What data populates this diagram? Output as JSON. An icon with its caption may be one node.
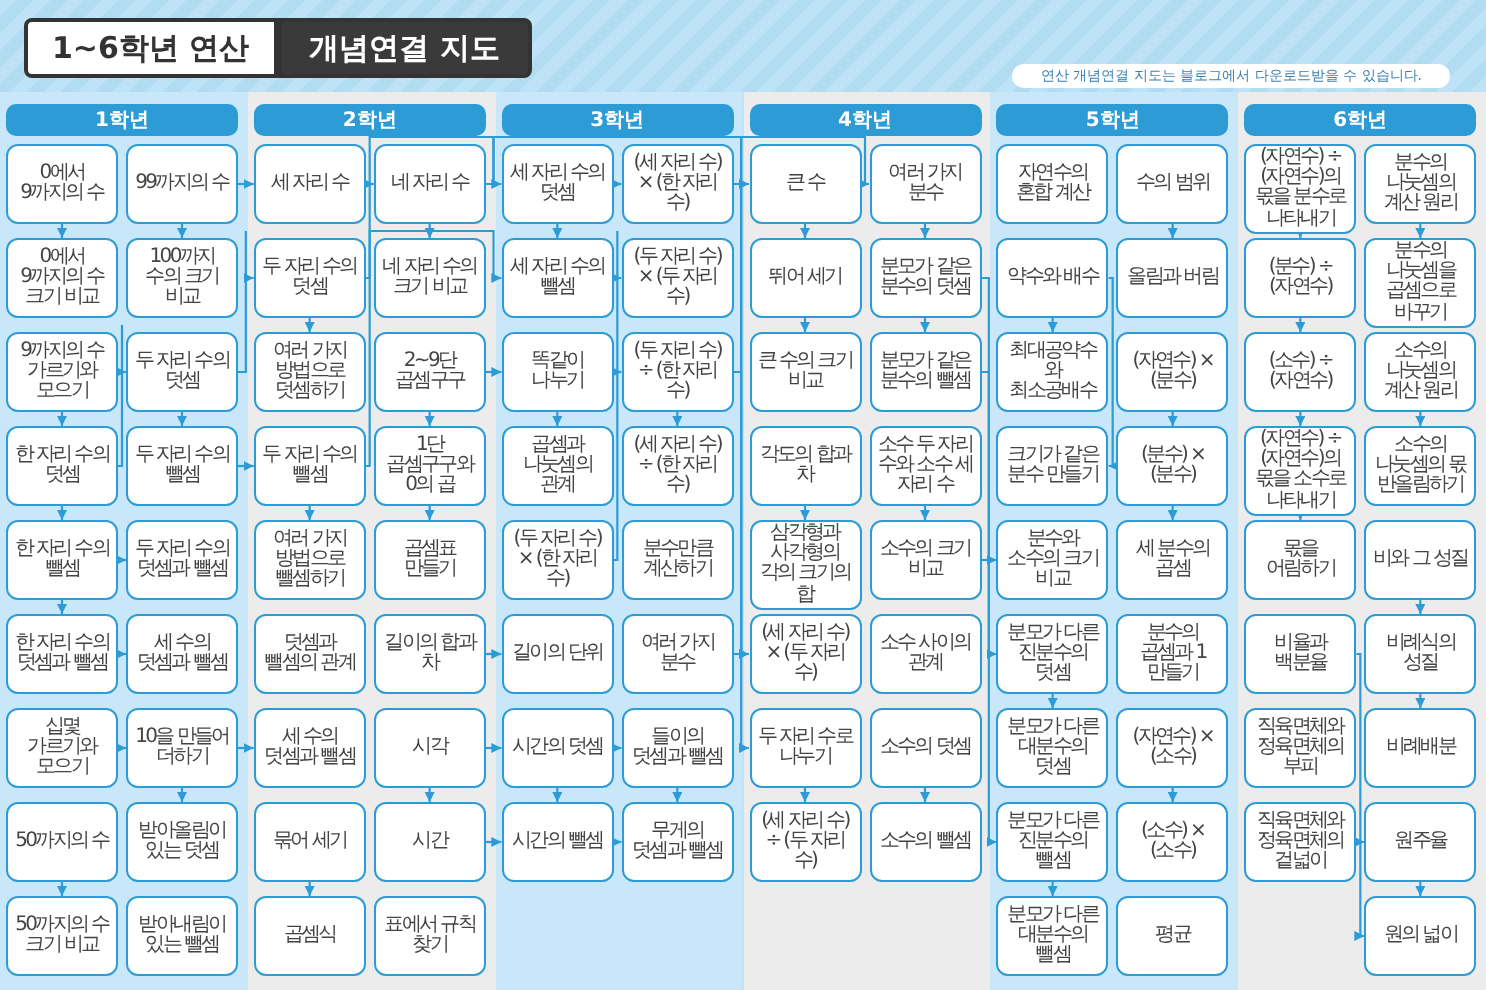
{
  "diagram": {
    "title": "1~6학년 연산",
    "nodes": [
      {
        "text": [
          "1학년"
        ]
      },
      {
        "text": [
          "0에서 9까지의 수"
        ]
      },
      {
        "text": [
          "0에서 9까지의 수 크기 비교"
        ]
      },
      {
        "text": [
          "9까지의 수 가르기와 모으기"
        ]
      },
      {
        "text": [
          "한 자리 수의 덧셈"
        ]
      },
      {
        "text": [
          "한 자리 수의 뺄셈"
        ]
      },
      {
        "text": [
          "한 자리 수의 덧셈과 뺄셈"
        ]
      },
      {
        "text": [
          "십몇 가르기와 모으기"
        ]
      },
      {
        "text": [
          "50까지의 수"
        ]
      },
      {
        "text": [
          "50까지의 수 크기 비교"
        ]
      },
      {
        "text": [
          "99까지의 수"
        ]
      },
      {
        "text": [
          "100까지 수의 크기 비교"
        ]
      },
      {
        "text": [
          "두 자리 수의 덧셈"
        ]
      },
      {
        "text": [
          "두 자리 수의 뺄셈"
        ]
      },
      {
        "text": [
          "두 자리 수의 덧셈과 뺄셈"
        ]
      },
      {
        "text": [
          "세 수의 덧셈과 뺄셈"
        ]
      },
      {
        "text": [
          "10을 만들어 더하기"
        ]
      },
      {
        "text": [
          "받아올림이 있는 덧셈"
        ]
      },
      {
        "text": [
          "받아내림이 있는 뺄셈"
        ]
      },
      {
        "text": [
          "2학년"
        ]
      },
      {
        "text": [
          "세 자리 수"
        ]
      },
      {
        "text": [
          "두 자리 수의 덧셈"
        ]
      },
      {
        "text": [
          "여러 가지 방법으로 덧셈하기"
        ]
      },
      {
        "text": [
          "두 자리 수의 뺄셈"
        ]
      },
      {
        "text": [
          "여러 가지 방법으로 뺄셈하기"
        ]
      },
      {
        "text": [
          "덧셈과 뺄셈의 관계"
        ]
      },
      {
        "text": [
          "세 수의 덧셈과 뺄셈"
        ]
      },
      {
        "text": [
          "묶어 세기"
        ]
      },
      {
        "text": [
          "곱셈식"
        ]
      },
      {
        "text": [
          "네 자리 수"
        ]
      },
      {
        "text": [
          "네 자리 수의 크기 비교"
        ]
      },
      {
        "text": [
          "2~9단 곱셈구구"
        ]
      },
      {
        "text": [
          "1단 곱셈구구와 0의 곱"
        ]
      },
      {
        "text": [
          "곱셈표 만들기"
        ]
      },
      {
        "text": [
          "길이의 합과 차"
        ]
      },
      {
        "text": [
          "시각"
        ]
      },
      {
        "text": [
          "시간"
        ]
      },
      {
        "text": [
          "표에서 규칙 찾기"
        ]
      },
      {
        "text": [
          "3학년"
        ]
      },
      {
        "text": [
          "세 자리 수의 덧셈"
        ]
      },
      {
        "text": [
          "세 자리 수의 뺄셈"
        ]
      },
      {
        "text": [
          "똑같이 나누기"
        ]
      },
      {
        "text": [
          "곱셈과 나눗셈의 관계"
        ]
      },
      {
        "text": [
          "(두 자리 수) × (한 자리 수)"
        ]
      },
      {
        "text": [
          "길이의 단위"
        ]
      },
      {
        "text": [
          "시간의 덧셈"
        ]
      },
      {
        "text": [
          "시간의 뺄셈"
        ]
      },
      {
        "text": [
          "(세 자리 수) × (한 자리 수)"
        ]
      },
      {
        "text": [
          "(두 자리 수) × (두 자리 수)"
        ]
      },
      {
        "text": [
          "(두 자리 수) ÷ (한 자리 수)"
        ]
      },
      {
        "text": [
          "(세 자리 수) ÷ (한 자리 수)"
        ]
      },
      {
        "text": [
          "분수만큼 계산하기"
        ]
      },
      {
        "text": [
          "여러 가지 분수"
        ]
      },
      {
        "text": [
          "들이의 덧셈과 뺄셈"
        ]
      },
      {
        "text": [
          "무게의 덧셈과 뺄셈"
        ]
      },
      {
        "text": [
          "4학년"
        ]
      },
      {
        "text": [
          "큰 수"
        ]
      },
      {
        "text": [
          "뛰어 세기"
        ]
      },
      {
        "text": [
          "큰 수의 크기 비교"
        ]
      },
      {
        "text": [
          "각도의 합과 차"
        ]
      },
      {
        "text": [
          "삼각형과 사각형의 각의 크기의 합"
        ]
      },
      {
        "text": [
          "(세 자리 수) × (두 자리 수)"
        ]
      },
      {
        "text": [
          "두 자리 수로 나누기"
        ]
      },
      {
        "text": [
          "(세 자리 수) ÷ (두 자리 수)"
        ]
      },
      {
        "text": [
          "여러 가지 분수"
        ]
      },
      {
        "text": [
          "분모가 같은 분수의 덧셈"
        ]
      },
      {
        "text": [
          "분모가 같은 분수의 뺄셈"
        ]
      },
      {
        "text": [
          "소수 두 자리 수와 소수 세 자리 수"
        ]
      },
      {
        "text": [
          "소수의 크기 비교"
        ]
      },
      {
        "text": [
          "소수 사이의 관계"
        ]
      },
      {
        "text": [
          "소수의 덧셈"
        ]
      },
      {
        "text": [
          "소수의 뺄셈"
        ]
      },
      {
        "text": [
          "5학년"
        ]
      },
      {
        "text": [
          "자연수의 혼합 계산"
        ]
      },
      {
        "text": [
          "약수와 배수"
        ]
      },
      {
        "text": [
          "최대공약수와 최소공배수"
        ]
      },
      {
        "text": [
          "크기가 같은 분수 만들기"
        ]
      },
      {
        "text": [
          "분수와 소수의 크기 비교"
        ]
      },
      {
        "text": [
          "분모가 다른 진분수의 덧셈"
        ]
      },
      {
        "text": [
          "분모가 다른 대분수의 덧셈"
        ]
      },
      {
        "text": [
          "분모가 다른 진분수의 뺄셈"
        ]
      },
      {
        "text": [
          "분모가 다른 대분수의 뺄셈"
        ]
      },
      {
        "text": [
          "수의 범위"
        ]
      },
      {
        "text": [
          "올림과 버림"
        ]
      },
      {
        "text": [
          "(자연수) × (분수)"
        ]
      },
      {
        "text": [
          "(분수) × (분수)"
        ]
      },
      {
        "text": [
          "세 분수의 곱셈"
        ]
      },
      {
        "text": [
          "분수의 곱셈과 1 만들기"
        ]
      },
      {
        "text": [
          "(자연수) × (소수)"
        ]
      },
      {
        "text": [
          "(소수) × (소수)"
        ]
      },
      {
        "text": [
          "평균"
        ]
      },
      {
        "text": [
          "6학년"
        ]
      },
      {
        "text": [
          "(자연수) ÷ (자연수)의 몫을 분수로 나타내기"
        ]
      },
      {
        "text": [
          "(분수) ÷ (자연수)"
        ]
      },
      {
        "text": [
          "(소수) ÷ (자연수)"
        ]
      },
      {
        "text": [
          "(자연수) ÷ (자연수)의 몫을 소수로 나타내기"
        ]
      },
      {
        "text": [
          "몫을 어림하기"
        ]
      },
      {
        "text": [
          "비율과 백분율"
        ]
      },
      {
        "text": [
          "직육면체와 정육면체의 부피"
        ]
      },
      {
        "text": [
          "직육면체와 정육면체의 겉넓이"
        ]
      },
      {
        "text": [
          "분수의 나눗셈의 계산 원리"
        ]
      },
      {
        "text": [
          "분수의 나눗셈을 곱셈으로 바꾸기"
        ]
      },
      {
        "text": [
          "소수의 나눗셈의 계산 원리"
        ]
      },
      {
        "text": [
          "소수의 나눗셈의 몫 반올림하기"
        ]
      },
      {
        "text": [
          "비와 그 성질"
        ]
      },
      {
        "text": [
          "비례식의 성질"
        ]
      },
      {
        "text": [
          "비례배분"
        ]
      },
      {
        "text": [
          "원주율"
        ]
      },
      {
        "text": [
          "원의 넓이"
        ]
      }
    ],
    "edges": [
      {
        "from": 1,
        "to": 2,
        "arrow": "to"
      },
      {
        "from": 3,
        "to": 4,
        "arrow": "to"
      },
      {
        "from": 4,
        "to": 5,
        "arrow": "to"
      },
      {
        "from": 5,
        "to": 6,
        "arrow": "to"
      },
      {
        "from": 8,
        "to": 9,
        "arrow": "to"
      },
      {
        "from": 10,
        "to": 11,
        "arrow": "to"
      },
      {
        "from": 12,
        "to": 13,
        "arrow": "to"
      },
      {
        "from": 16,
        "to": 17,
        "arrow": "to"
      },
      {
        "from": 6,
        "to": 15,
        "arrow": "to"
      },
      {
        "from": 7,
        "to": 16,
        "arrow": "to"
      },
      {
        "from": 4,
        "to": 12,
        "arrow": "to"
      },
      {
        "from": 5,
        "to": 14,
        "arrow": "to"
      },
      {
        "from": 10,
        "to": 20,
        "arrow": "to"
      },
      {
        "from": 20,
        "to": 29,
        "arrow": "to"
      },
      {
        "from": 16,
        "to": 26,
        "arrow": "to"
      },
      {
        "from": 12,
        "to": 21,
        "arrow": "to"
      },
      {
        "from": 13,
        "to": 23,
        "arrow": "to"
      },
      {
        "from": 21,
        "to": 22,
        "arrow": "to"
      },
      {
        "from": 23,
        "to": 24,
        "arrow": "to"
      },
      {
        "from": 27,
        "to": 28,
        "arrow": "to"
      },
      {
        "from": 29,
        "to": 30,
        "arrow": "to"
      },
      {
        "from": 31,
        "to": 32,
        "arrow": "to"
      },
      {
        "from": 32,
        "to": 33,
        "arrow": "to"
      },
      {
        "from": 35,
        "to": 36,
        "arrow": "to"
      },
      {
        "from": 34,
        "to": 44,
        "arrow": "to"
      },
      {
        "from": 35,
        "to": 45,
        "arrow": "to"
      },
      {
        "from": 36,
        "to": 46,
        "arrow": "to"
      },
      {
        "from": 29,
        "to": 56,
        "arrow": "to"
      },
      {
        "from": 21,
        "to": 39,
        "arrow": "to"
      },
      {
        "from": 23,
        "to": 40,
        "arrow": "to"
      },
      {
        "from": 31,
        "to": 41,
        "arrow": "to"
      },
      {
        "from": 39,
        "to": 40,
        "arrow": "to"
      },
      {
        "from": 41,
        "to": 42,
        "arrow": "to"
      },
      {
        "from": 41,
        "to": 49,
        "arrow": "to"
      },
      {
        "from": 39,
        "to": 47,
        "arrow": "to"
      },
      {
        "from": 45,
        "to": 46,
        "arrow": "to"
      },
      {
        "from": 45,
        "to": 53,
        "arrow": "to"
      },
      {
        "from": 46,
        "to": 54,
        "arrow": "to"
      },
      {
        "from": 53,
        "to": 54,
        "arrow": "to"
      },
      {
        "from": 49,
        "to": 50,
        "arrow": "to"
      },
      {
        "from": 47,
        "to": 61,
        "arrow": "to"
      },
      {
        "from": 49,
        "to": 62,
        "arrow": "to"
      },
      {
        "from": 43,
        "to": 48,
        "arrow": "to"
      },
      {
        "from": 52,
        "to": 64,
        "arrow": "to"
      },
      {
        "from": 56,
        "to": 57,
        "arrow": "to"
      },
      {
        "from": 57,
        "to": 58,
        "arrow": "to"
      },
      {
        "from": 59,
        "to": 60,
        "arrow": "to"
      },
      {
        "from": 62,
        "to": 63,
        "arrow": "to"
      },
      {
        "from": 64,
        "to": 65,
        "arrow": "to"
      },
      {
        "from": 65,
        "to": 66,
        "arrow": "to"
      },
      {
        "from": 67,
        "to": 68,
        "arrow": "to"
      },
      {
        "from": 70,
        "to": 71,
        "arrow": "to"
      },
      {
        "from": 68,
        "to": 77,
        "arrow": "to"
      },
      {
        "from": 65,
        "to": 78,
        "arrow": "to"
      },
      {
        "from": 66,
        "to": 80,
        "arrow": "to"
      },
      {
        "from": 74,
        "to": 75,
        "arrow": "to"
      },
      {
        "from": 74,
        "to": 76,
        "arrow": "to"
      },
      {
        "from": 78,
        "to": 79,
        "arrow": "to"
      },
      {
        "from": 80,
        "to": 81,
        "arrow": "to"
      },
      {
        "from": 82,
        "to": 83,
        "arrow": "to"
      },
      {
        "from": 84,
        "to": 85,
        "arrow": "to"
      },
      {
        "from": 85,
        "to": 86,
        "arrow": "to"
      },
      {
        "from": 88,
        "to": 89,
        "arrow": "to"
      },
      {
        "from": 92,
        "to": 93,
        "arrow": "to"
      },
      {
        "from": 93,
        "to": 94,
        "arrow": "to"
      },
      {
        "from": 94,
        "to": 95,
        "arrow": "to"
      },
      {
        "from": 95,
        "to": 96,
        "arrow": "to"
      },
      {
        "from": 97,
        "to": 107,
        "arrow": "to"
      },
      {
        "from": 99,
        "to": 108,
        "arrow": "to"
      },
      {
        "from": 100,
        "to": 101,
        "arrow": "to"
      },
      {
        "from": 102,
        "to": 103,
        "arrow": "to"
      },
      {
        "from": 104,
        "to": 105,
        "arrow": "to"
      },
      {
        "from": 105,
        "to": 106,
        "arrow": "to"
      },
      {
        "from": 107,
        "to": 108,
        "arrow": "to"
      }
    ],
    "labels": [
      "개념연결 지도",
      "연산 개념연결 지도는 블로그에서 다운로드받을 수 있습니다."
    ]
  }
}
